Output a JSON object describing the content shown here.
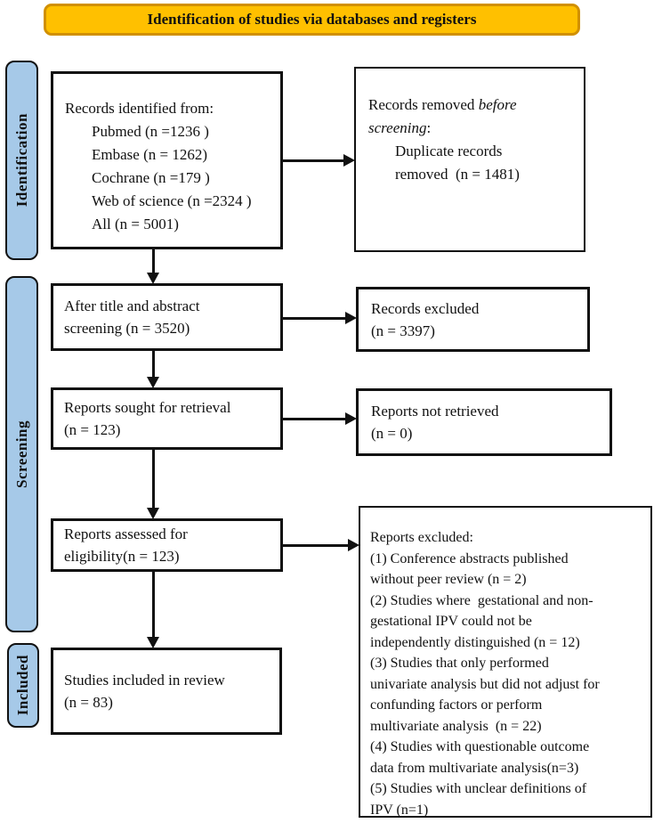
{
  "banner": {
    "title": "Identification of studies via databases and registers"
  },
  "stages": {
    "identification": "Identification",
    "screening": "Screening",
    "included": "Included"
  },
  "colors": {
    "banner_fill": "#FFC000",
    "banner_border": "#D19000",
    "stage_fill": "#A6C9E8"
  },
  "boxes": {
    "records_identified": {
      "heading": "Records identified from:",
      "items": [
        "Pubmed (n =1236 )",
        "Embase (n = 1262)",
        "Cochrane (n =179 )",
        "Web of science (n =2324 )",
        "All (n = 5001)"
      ]
    },
    "records_removed": {
      "l1_normal": "Records removed ",
      "l1_italic": "before",
      "l2_italic": "screening",
      "l2_normal": ":",
      "detail": [
        "Duplicate records",
        "removed  (n = 1481)"
      ]
    },
    "title_abstract": {
      "lines": [
        "After title and abstract",
        "screening (n = 3520)"
      ]
    },
    "records_excluded": {
      "lines": [
        "Records excluded",
        "(n = 3397)"
      ]
    },
    "reports_sought": {
      "lines": [
        "Reports sought for retrieval",
        "(n = 123)"
      ]
    },
    "reports_not_retrieved": {
      "lines": [
        "Reports not retrieved",
        "(n = 0)"
      ]
    },
    "reports_assessed": {
      "lines": [
        "Reports assessed for",
        "eligibility(n = 123)"
      ]
    },
    "reports_excluded_reasons": {
      "lines": [
        "Reports excluded:",
        "(1) Conference abstracts published",
        "without peer review (n = 2)",
        "(2) Studies where  gestational and non-",
        "gestational IPV could not be",
        "independently distinguished (n = 12)",
        "(3) Studies that only performed",
        "univariate analysis but did not adjust for",
        "confunding factors or perform",
        "multivariate analysis  (n = 22)",
        "(4) Studies with questionable outcome",
        "data from multivariate analysis(n=3)",
        "(5) Studies with unclear definitions of",
        "IPV (n=1)"
      ]
    },
    "studies_included": {
      "lines": [
        "Studies included in review",
        "(n = 83)"
      ]
    }
  }
}
